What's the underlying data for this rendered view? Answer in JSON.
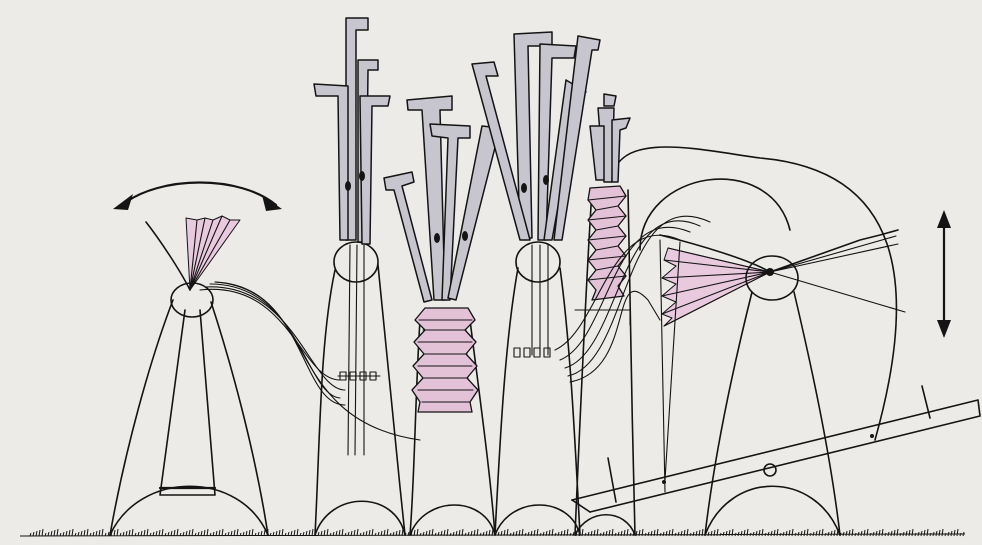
{
  "colors": {
    "background": "#ecebe7",
    "ink": "#141414",
    "tube_fill": "#c7c5ce",
    "bellows_fill": "#e3c1d7",
    "fan_fill": "#e8c9de"
  },
  "structures": [
    {
      "name": "fan-stand-left"
    },
    {
      "name": "pipe-stand-1"
    },
    {
      "name": "bellows-stand"
    },
    {
      "name": "pipe-stand-2"
    },
    {
      "name": "bellows-column"
    },
    {
      "name": "fan-stand-right"
    }
  ]
}
